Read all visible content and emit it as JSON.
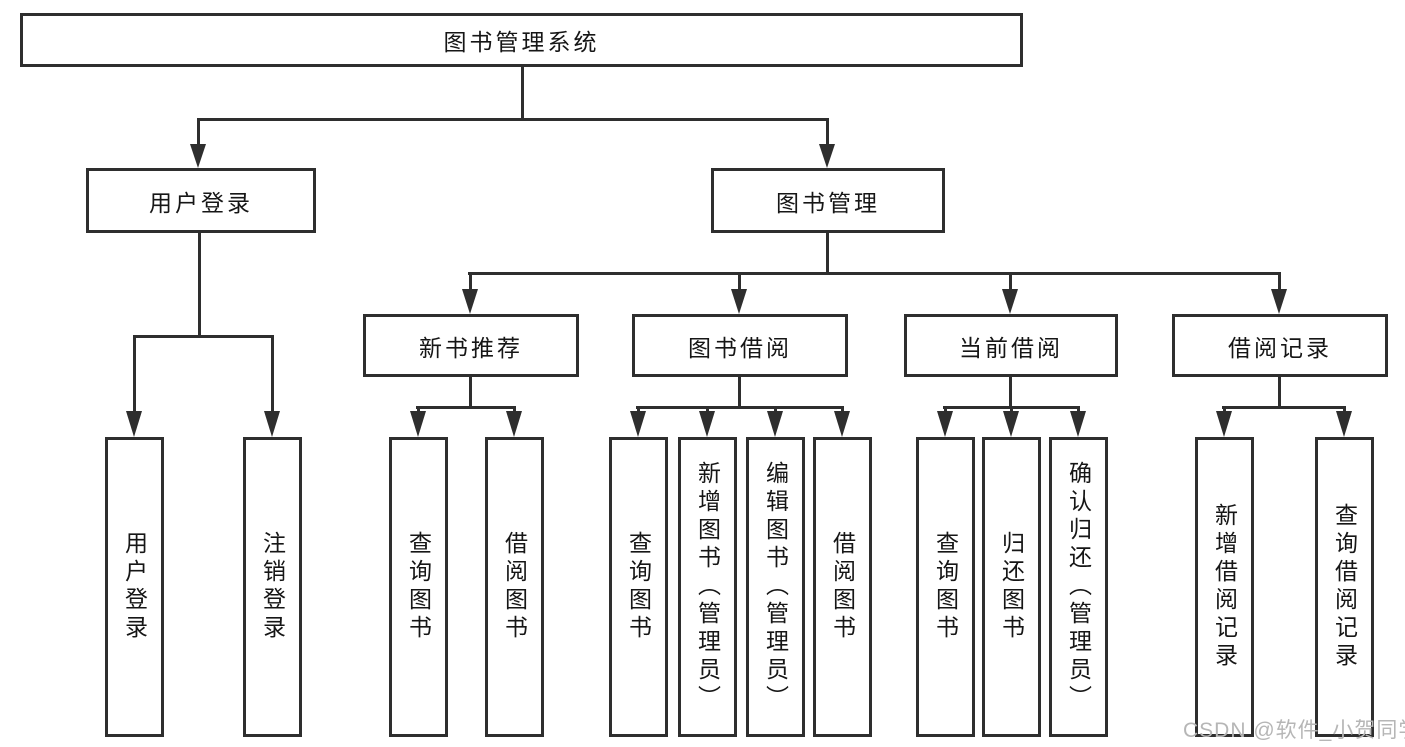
{
  "diagram_type": "function-structure-tree",
  "tree": {
    "label": "图书管理系统",
    "children": [
      {
        "label": "用户登录",
        "children": [
          {
            "label": "用户登录"
          },
          {
            "label": "注销登录"
          }
        ]
      },
      {
        "label": "图书管理",
        "children": [
          {
            "label": "新书推荐",
            "children": [
              {
                "label": "查询图书"
              },
              {
                "label": "借阅图书"
              }
            ]
          },
          {
            "label": "图书借阅",
            "children": [
              {
                "label": "查询图书"
              },
              {
                "label": "新增图书（管理员）"
              },
              {
                "label": "编辑图书（管理员）"
              },
              {
                "label": "借阅图书"
              }
            ]
          },
          {
            "label": "当前借阅",
            "children": [
              {
                "label": "查询图书"
              },
              {
                "label": "归还图书"
              },
              {
                "label": "确认归还（管理员）"
              }
            ]
          },
          {
            "label": "借阅记录",
            "children": [
              {
                "label": "新增借阅记录"
              },
              {
                "label": "查询借阅记录"
              }
            ]
          }
        ]
      }
    ]
  },
  "watermark": {
    "text": "CSDN @软件_小贺同学",
    "color": "#b6b6b6"
  },
  "colors": {
    "background": "#ffffff",
    "box_fill": "#ffffff",
    "box_border": "#2e2e2e",
    "line": "#2e2e2e",
    "text": "#161616"
  }
}
